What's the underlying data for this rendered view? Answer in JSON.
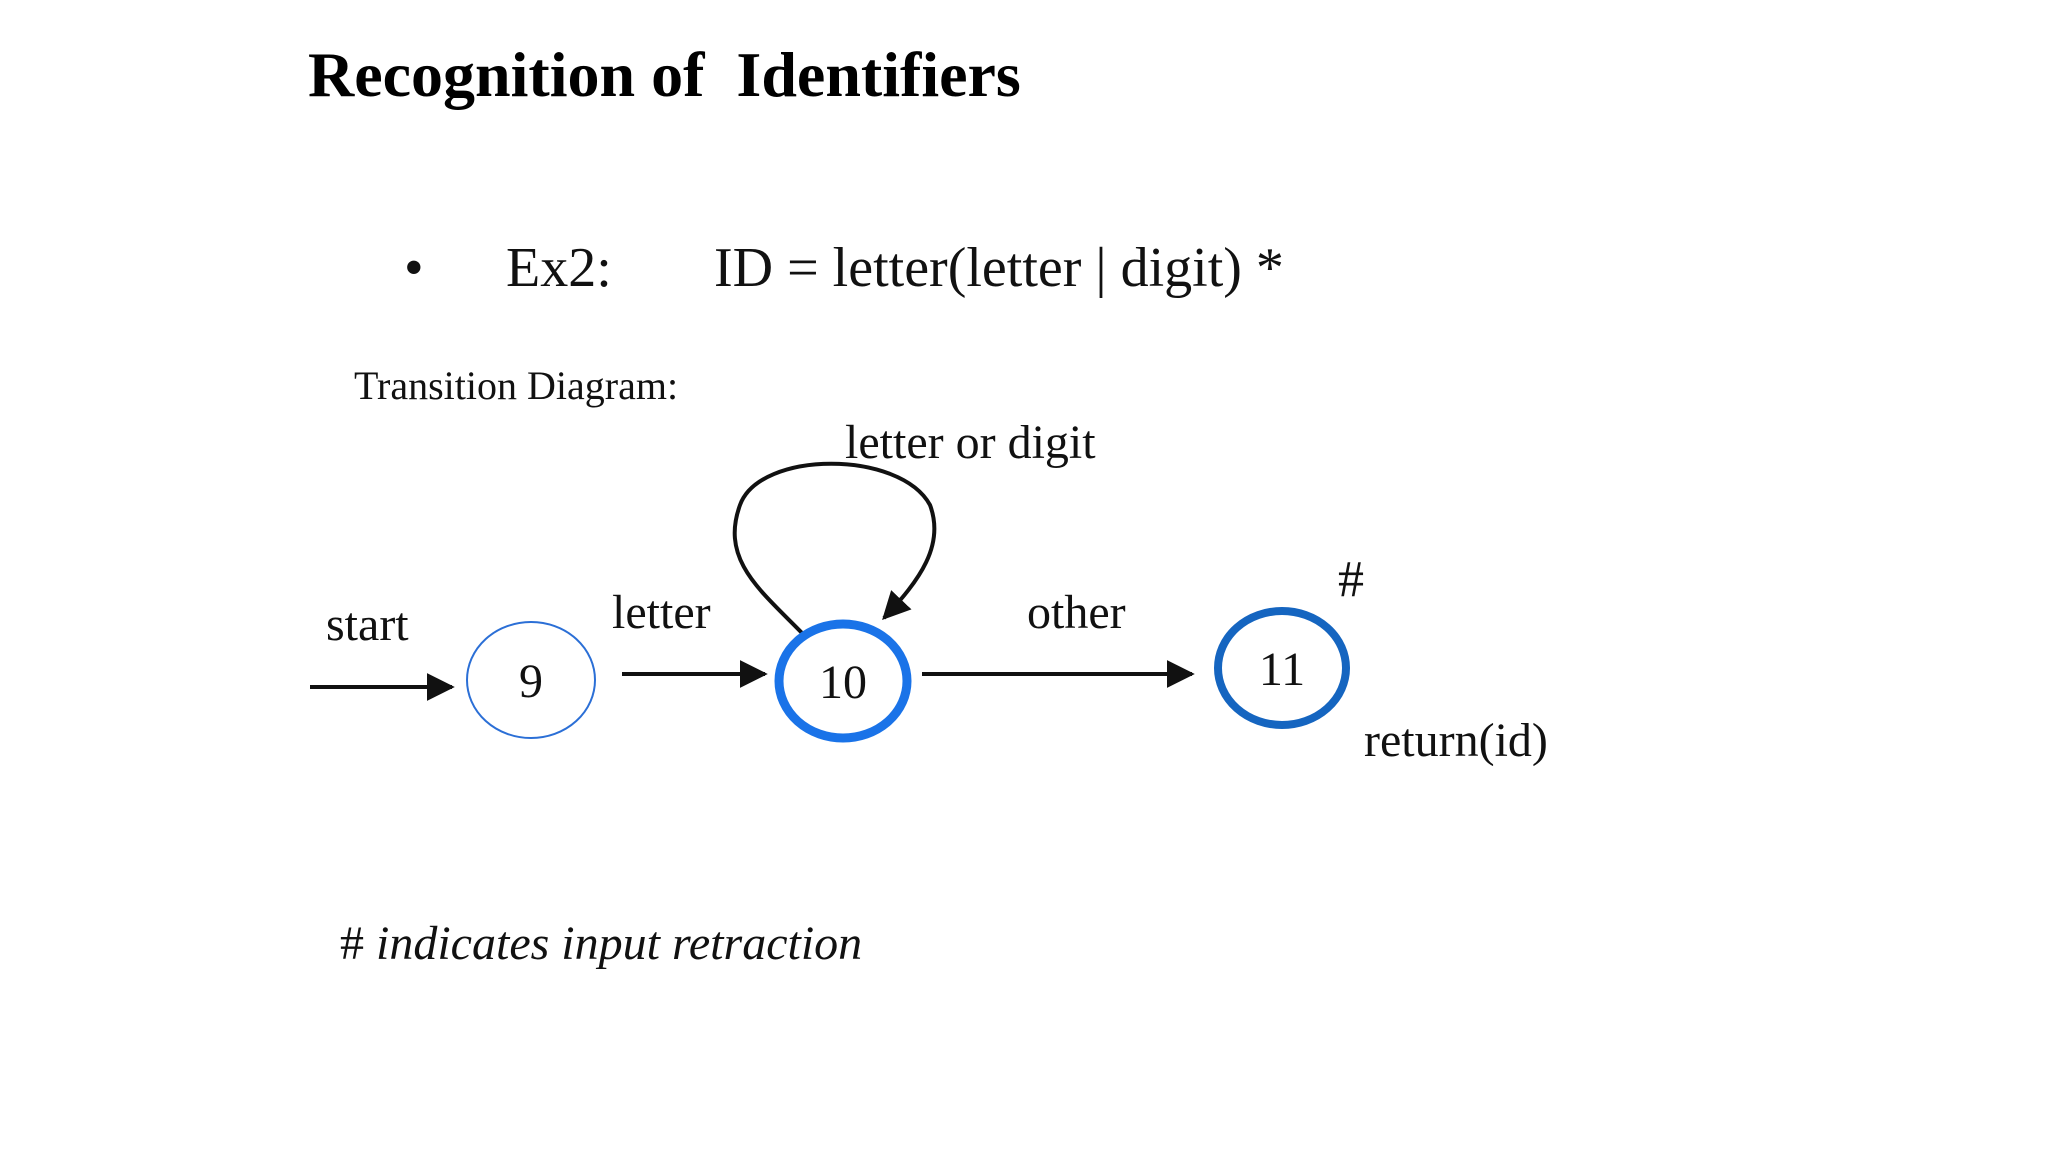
{
  "slide": {
    "title": "Recognition of  Identifiers",
    "bullet": {
      "marker": "•",
      "label": "Ex2:",
      "expression": "ID = letter(letter | digit) *"
    },
    "subtitle": "Transition Diagram:",
    "note": {
      "symbol": "#",
      "text": "indicates input retraction"
    }
  },
  "diagram": {
    "colors": {
      "state_normal": "#2b6fd6",
      "state_bold": "#1a73e8",
      "state_final": "#1565c0",
      "arrow": "#111111"
    },
    "states": [
      {
        "id": "9",
        "label": "9",
        "style": "thin"
      },
      {
        "id": "10",
        "label": "10",
        "style": "bold"
      },
      {
        "id": "11",
        "label": "11",
        "style": "final"
      }
    ],
    "edges": [
      {
        "from": "",
        "to": "9",
        "label": "start"
      },
      {
        "from": "9",
        "to": "10",
        "label": "letter"
      },
      {
        "from": "10",
        "to": "10",
        "label": "letter or digit"
      },
      {
        "from": "10",
        "to": "11",
        "label": "other"
      }
    ],
    "final_mark": "#",
    "final_action": "return(id)"
  }
}
